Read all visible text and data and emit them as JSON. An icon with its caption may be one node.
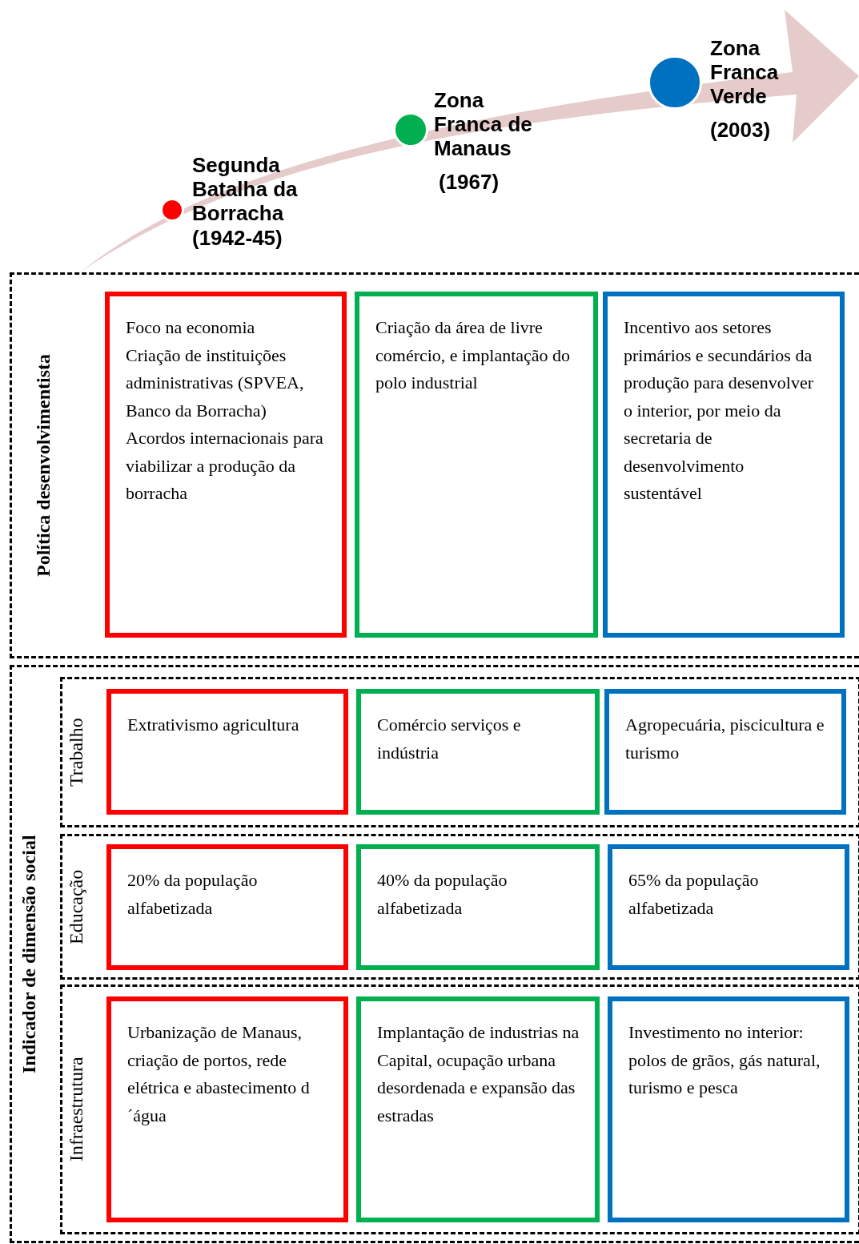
{
  "diagram": {
    "nodes": [
      {
        "text": [],
        "shape": "circle",
        "beside": [
          "Segunda Batalha da Borracha",
          "(1942-45)"
        ]
      },
      {
        "text": [],
        "shape": "circle",
        "beside": [
          "Zona Franca de Manaus",
          "(1967)"
        ]
      },
      {
        "text": [],
        "shape": "circle",
        "beside": [
          "Zona Franca Verde",
          "(2003)"
        ]
      },
      {
        "text": [
          "Política desenvolvimentista"
        ]
      },
      {
        "text": [
          "Foco na economia",
          "Criação de instituições administrativas (SPVEA, Banco da Borracha)",
          "Acordos internacionais para viabilizar a produção da borracha"
        ],
        "in": 3
      },
      {
        "text": [
          "Criação da área de livre comércio, e implantação do polo industrial"
        ],
        "in": 3
      },
      {
        "text": [
          "Incentivo aos setores primários e secundários da produção para desenvolver o interior, por meio da secretaria de desenvolvimento sustentável"
        ],
        "in": 3
      },
      {
        "text": [
          "Indicador de dimensão social"
        ]
      },
      {
        "text": [
          "Trabalho"
        ],
        "in": 7
      },
      {
        "text": [
          "Extrativismo agricultura"
        ],
        "in": 8
      },
      {
        "text": [
          "Comércio serviços e indústria"
        ],
        "in": 8
      },
      {
        "text": [
          "Agropecuária, piscicultura e turismo"
        ],
        "in": 8
      },
      {
        "text": [
          "Educação"
        ],
        "in": 7
      },
      {
        "text": [
          "20% da população alfabetizada"
        ],
        "in": 12
      },
      {
        "text": [
          "40% da população alfabetizada"
        ],
        "in": 12
      },
      {
        "text": [
          "65% da população alfabetizada"
        ],
        "in": 12
      },
      {
        "text": [
          "Infraestrutura"
        ],
        "in": 7
      },
      {
        "text": [
          "Urbanização de Manaus, criação de portos, rede elétrica e abastecimento d´água"
        ],
        "in": 16
      },
      {
        "text": [
          "Implantação de industrias na Capital, ocupação urbana desordenada e expansão das estradas"
        ],
        "in": 16
      },
      {
        "text": [
          "Investimento no interior: polos de grãos, gás natural, turismo e pesca"
        ],
        "in": 16
      }
    ]
  }
}
